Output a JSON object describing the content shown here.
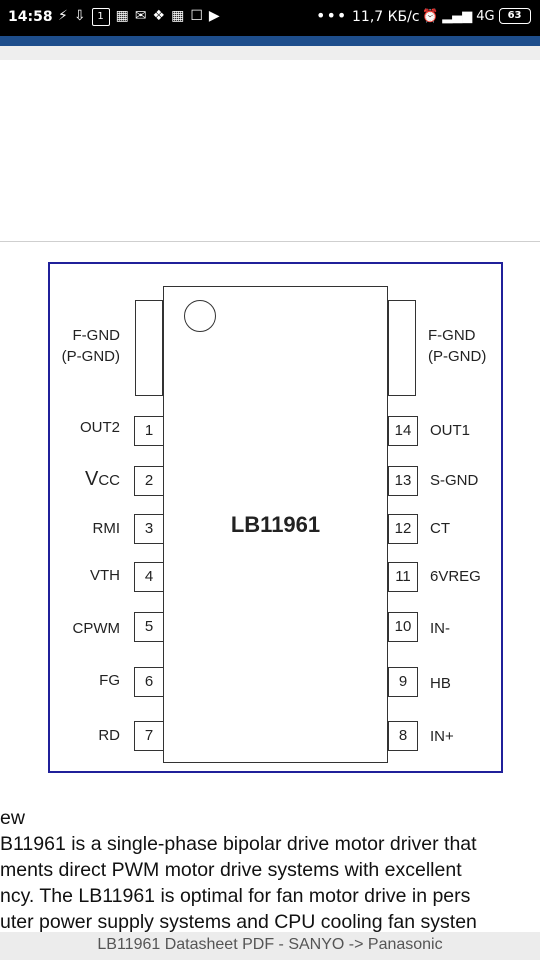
{
  "status_bar": {
    "time": "14:58",
    "speed": "11,7 КБ/с",
    "network": "4G",
    "battery": "63",
    "more": "•••",
    "icons": [
      "flash-icon",
      "download-icon",
      "sim-icon",
      "qr-icon",
      "message-icon",
      "photos-icon",
      "qr-icon",
      "mail-icon",
      "youtube-icon"
    ]
  },
  "diagram": {
    "chip_name": "LB11961",
    "gnd_left": [
      "F-GND",
      "(P-GND)"
    ],
    "gnd_right": [
      "F-GND",
      "(P-GND)"
    ],
    "vcc": {
      "main": "V",
      "sub": "CC"
    },
    "left_pins": [
      {
        "num": "1",
        "label": "OUT2"
      },
      {
        "num": "2",
        "label": ""
      },
      {
        "num": "3",
        "label": "RMI"
      },
      {
        "num": "4",
        "label": "VTH"
      },
      {
        "num": "5",
        "label": "CPWM"
      },
      {
        "num": "6",
        "label": "FG"
      },
      {
        "num": "7",
        "label": "RD"
      }
    ],
    "right_pins": [
      {
        "num": "14",
        "label": "OUT1"
      },
      {
        "num": "13",
        "label": "S-GND"
      },
      {
        "num": "12",
        "label": "CT"
      },
      {
        "num": "11",
        "label": "6VREG"
      },
      {
        "num": "10",
        "label": "IN-"
      },
      {
        "num": "9",
        "label": "HB"
      },
      {
        "num": "8",
        "label": "IN+"
      }
    ]
  },
  "article": {
    "lines": [
      "ew",
      "B11961 is a single-phase bipolar drive motor driver that",
      "ments direct PWM motor drive systems with excellent",
      "ncy. The LB11961 is optimal for fan motor drive in pers",
      "uter power supply systems and CPU cooling fan systen"
    ]
  },
  "footer": {
    "title": "LB11961 Datasheet PDF - SANYO -> Panasonic"
  }
}
